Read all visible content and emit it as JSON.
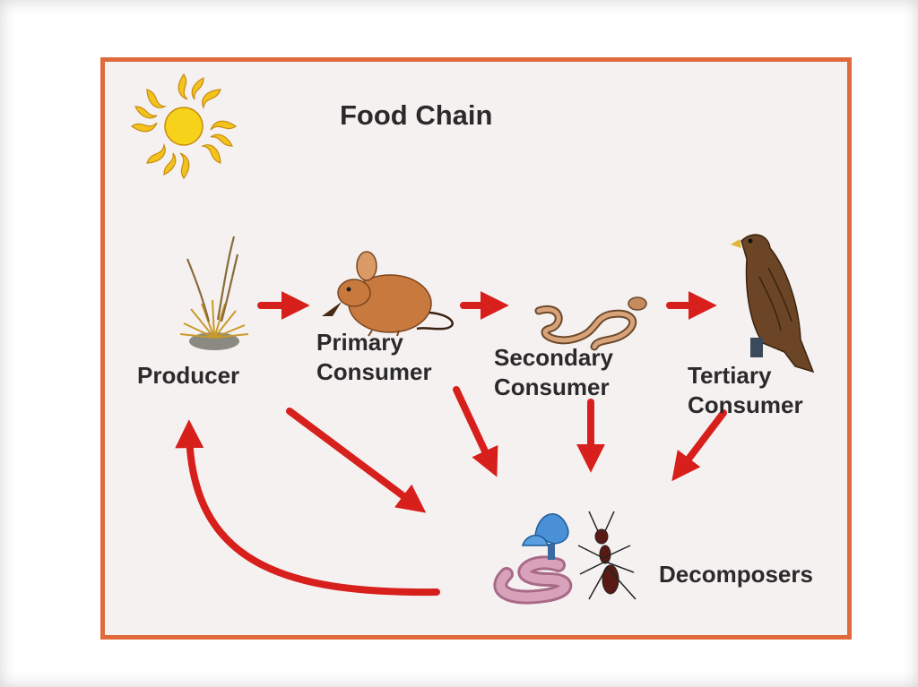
{
  "diagram": {
    "title": "Food Chain",
    "labels": {
      "producer": "Producer",
      "primary": [
        "Primary",
        "Consumer"
      ],
      "secondary": [
        "Secondary",
        "Consumer"
      ],
      "tertiary": [
        "Tertiary",
        "Consumer"
      ],
      "decomposers": "Decomposers"
    },
    "icons": {
      "sun": "sun-icon",
      "producer": "grass-icon",
      "primary": "mouse-icon",
      "secondary": "snake-icon",
      "tertiary": "hawk-icon",
      "decomposers": "worm-ant-mushroom-icon"
    },
    "colors": {
      "frame": "#e06a3b",
      "arrow": "#d71f1c",
      "background": "#f5f1f0"
    }
  }
}
